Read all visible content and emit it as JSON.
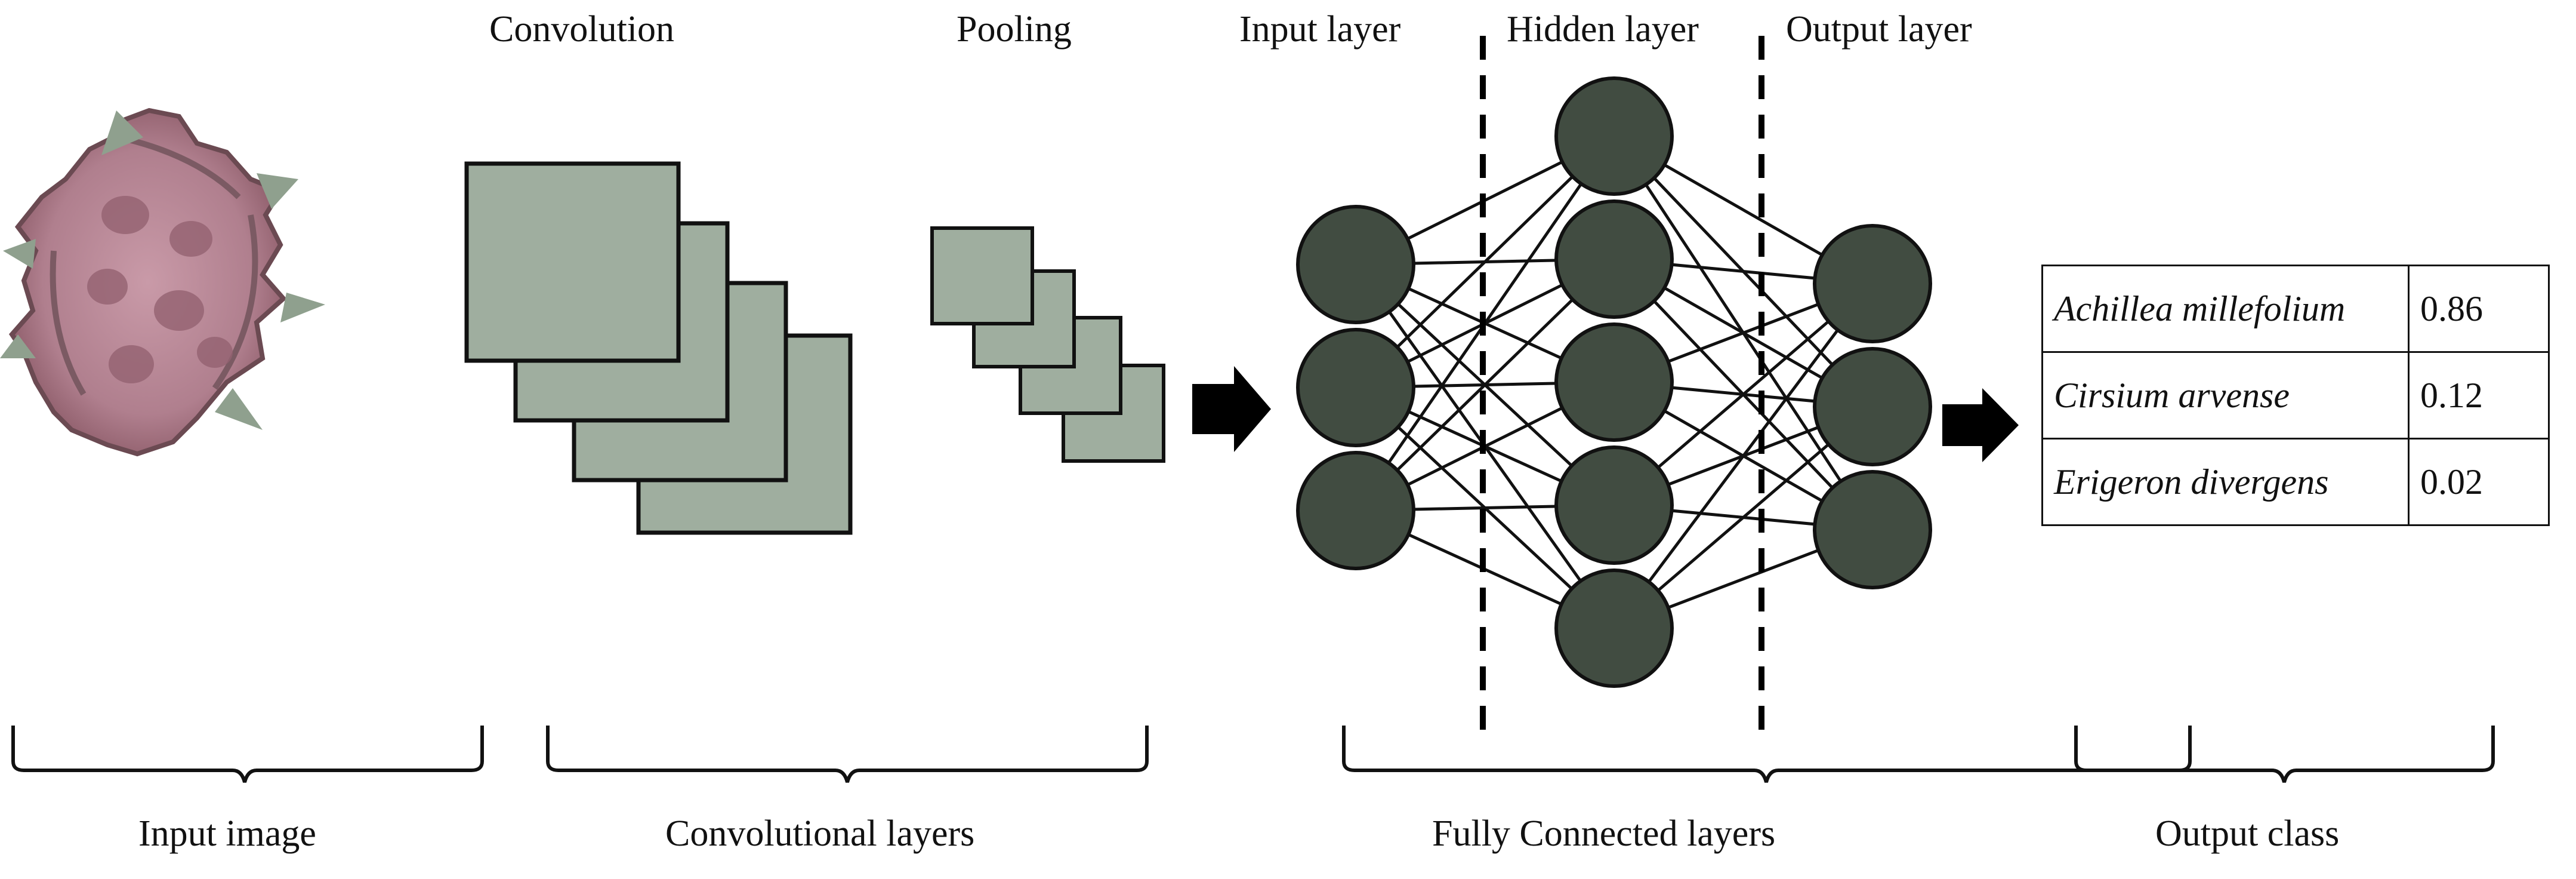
{
  "labels": {
    "convolution": "Convolution",
    "pooling": "Pooling",
    "input_layer": "Input layer",
    "hidden_layer": "Hidden layer",
    "output_layer": "Output layer",
    "input_image": "Input image",
    "convolutional_layers": "Convolutional layers",
    "fully_connected_layers": "Fully Connected layers",
    "output_class": "Output class"
  },
  "results": [
    {
      "class": "Achillea millefolium",
      "prob": "0.86"
    },
    {
      "class": "Cirsium arvense",
      "prob": "0.12"
    },
    {
      "class": "Erigeron divergens",
      "prob": "0.02"
    }
  ],
  "network": {
    "input_nodes": 3,
    "hidden_nodes": 5,
    "output_nodes": 3
  },
  "colors": {
    "node_fill": "#414c41",
    "feature_map_fill": "#9fae9f",
    "pollen_fill": "#b07f8e",
    "line": "#111111"
  },
  "icons": {
    "input_image": "pollen-grain-icon",
    "arrows": "right-arrow-icon"
  }
}
